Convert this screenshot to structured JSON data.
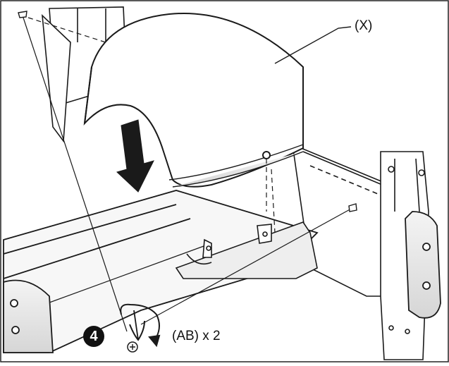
{
  "diagram": {
    "part_label": "(X)",
    "step_number": "4",
    "screw_instruction": "(AB) x 2"
  },
  "colors": {
    "line": "#1a1a1a",
    "fill": "#ffffff",
    "shade": "#e4e4e4",
    "badge": "#111111"
  },
  "icons": [
    "arrow-down-icon",
    "screwdriver-rotate-icon",
    "screw-icon"
  ]
}
